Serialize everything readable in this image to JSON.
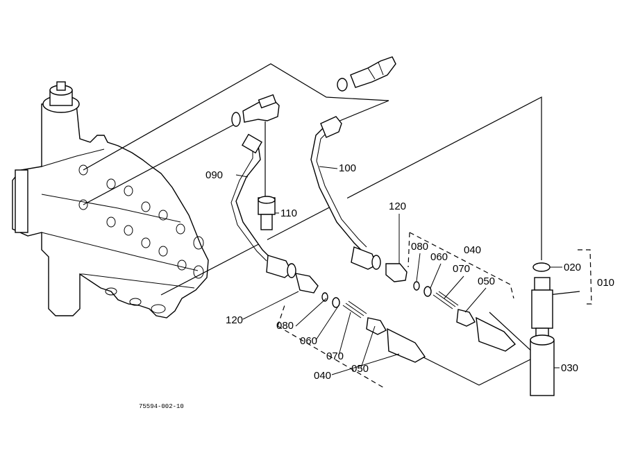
{
  "labels": {
    "l010": "010",
    "l020": "020",
    "l030": "030",
    "l040_right": "040",
    "l040_left": "040",
    "l050_right": "050",
    "l050_left": "050",
    "l060_right": "060",
    "l060_left": "060",
    "l070_right": "070",
    "l070_left": "070",
    "l080_right": "080",
    "l080_left": "080",
    "l090": "090",
    "l100": "100",
    "l110": "110",
    "l120_top": "120",
    "l120_left": "120"
  },
  "reference_code": "75594-002-10"
}
